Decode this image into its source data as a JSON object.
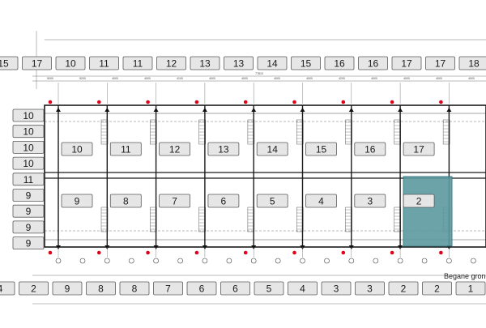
{
  "drawing": {
    "floor_label": "Begane grond",
    "overall_dimension": "77810"
  },
  "top_row": [
    "15",
    "17",
    "10",
    "11",
    "11",
    "12",
    "13",
    "13",
    "14",
    "15",
    "16",
    "16",
    "17",
    "17",
    "18"
  ],
  "bottom_row": [
    "4",
    "2",
    "9",
    "8",
    "8",
    "7",
    "6",
    "6",
    "5",
    "4",
    "3",
    "3",
    "2",
    "2",
    "1"
  ],
  "left_column": [
    "10",
    "10",
    "10",
    "10",
    "11",
    "9",
    "9",
    "9",
    "9"
  ],
  "units_upper": [
    "10",
    "11",
    "12",
    "13",
    "14",
    "15",
    "16",
    "17"
  ],
  "units_lower": [
    "9",
    "8",
    "7",
    "6",
    "5",
    "4",
    "3",
    "2"
  ],
  "dimension_values": [
    "5000",
    "5200",
    "4000",
    "4000",
    "4100",
    "4000",
    "4000",
    "4000",
    "4000",
    "4200",
    "4000",
    "4000",
    "4000",
    "4000"
  ],
  "selected_unit": "2",
  "colors": {
    "selection_fill": "#5b9aa0",
    "selection_stroke": "#2f6f78",
    "label_fill": "#e6e6e6",
    "label_stroke": "#5a5a5a",
    "wall": "#1a1a1a",
    "marker_red": "#e0001a"
  }
}
